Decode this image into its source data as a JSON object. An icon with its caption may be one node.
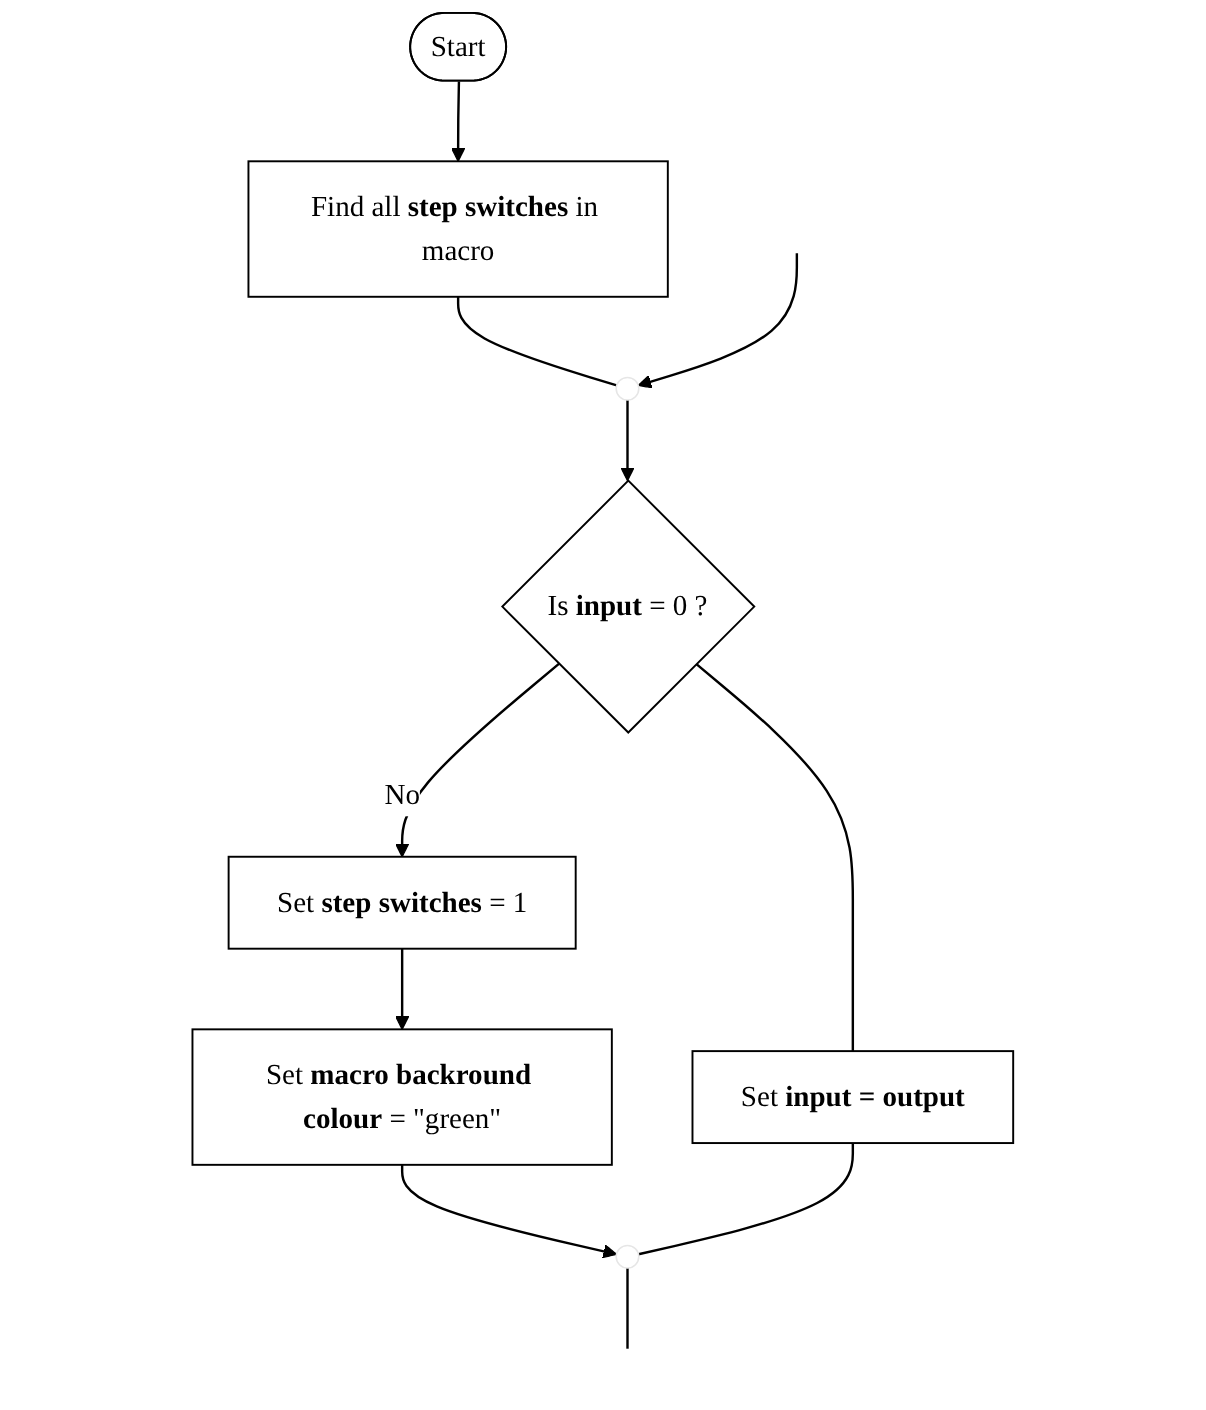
{
  "diagram": {
    "nodes": [
      {
        "text": [
          "Start"
        ]
      },
      {
        "text": [
          "Find all **step switches** in macro"
        ]
      },
      {
        "text": [],
        "shape": "circle"
      },
      {
        "text": [
          "Is **input** = 0 ?"
        ]
      },
      {
        "text": [
          "Set **input = output**"
        ]
      },
      {
        "text": [
          "Set **step switches** = 1"
        ]
      },
      {
        "text": [
          "Set **macro backround colour** = \"green\""
        ]
      },
      {
        "text": [],
        "shape": "circle"
      }
    ],
    "edges": [
      {
        "from": 0,
        "to": 1,
        "arrow": "to"
      },
      {
        "from": 1,
        "to": 2,
        "arrow": "none"
      },
      {
        "from": 2,
        "to": 3,
        "arrow": "to"
      },
      {
        "from": 3,
        "to": 5,
        "arrow": "to",
        "label": "No"
      },
      {
        "from": 3,
        "to": 4,
        "arrow": "none"
      },
      {
        "from": 5,
        "to": 6,
        "arrow": "to"
      },
      {
        "from": 6,
        "to": 7,
        "arrow": "to"
      },
      {
        "from": 4,
        "to": 7,
        "arrow": "none"
      },
      {
        "from": 7,
        "to": null,
        "arrow": "none"
      },
      {
        "from": null,
        "to": 2,
        "arrow": "to"
      }
    ]
  }
}
